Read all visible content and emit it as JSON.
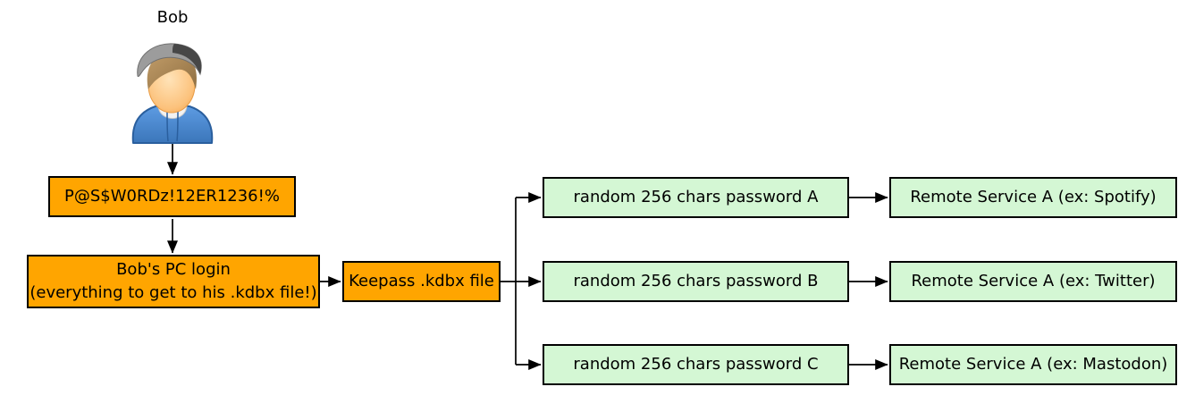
{
  "colors": {
    "background": "#FFFFFF",
    "orange_fill": "#FFA500",
    "green_fill": "#D4F7D4",
    "border": "#000000",
    "edge": "#000000"
  },
  "actor": {
    "label": "Bob",
    "icon": "person-icon"
  },
  "nodes": {
    "master_password": {
      "label": "P@S$W0RDz!12ER1236!%"
    },
    "pc_login": {
      "line1": "Bob's PC login",
      "line2": "(everything to get to his .kdbx file!)"
    },
    "kdbx_file": {
      "label": "Keepass .kdbx file"
    },
    "password_a": {
      "label": "random 256 chars password A"
    },
    "password_b": {
      "label": "random 256 chars password B"
    },
    "password_c": {
      "label": "random 256 chars password C"
    },
    "service_a": {
      "label": "Remote Service A (ex: Spotify)"
    },
    "service_b": {
      "label": "Remote Service A (ex: Twitter)"
    },
    "service_c": {
      "label": "Remote Service A (ex: Mastodon)"
    }
  }
}
